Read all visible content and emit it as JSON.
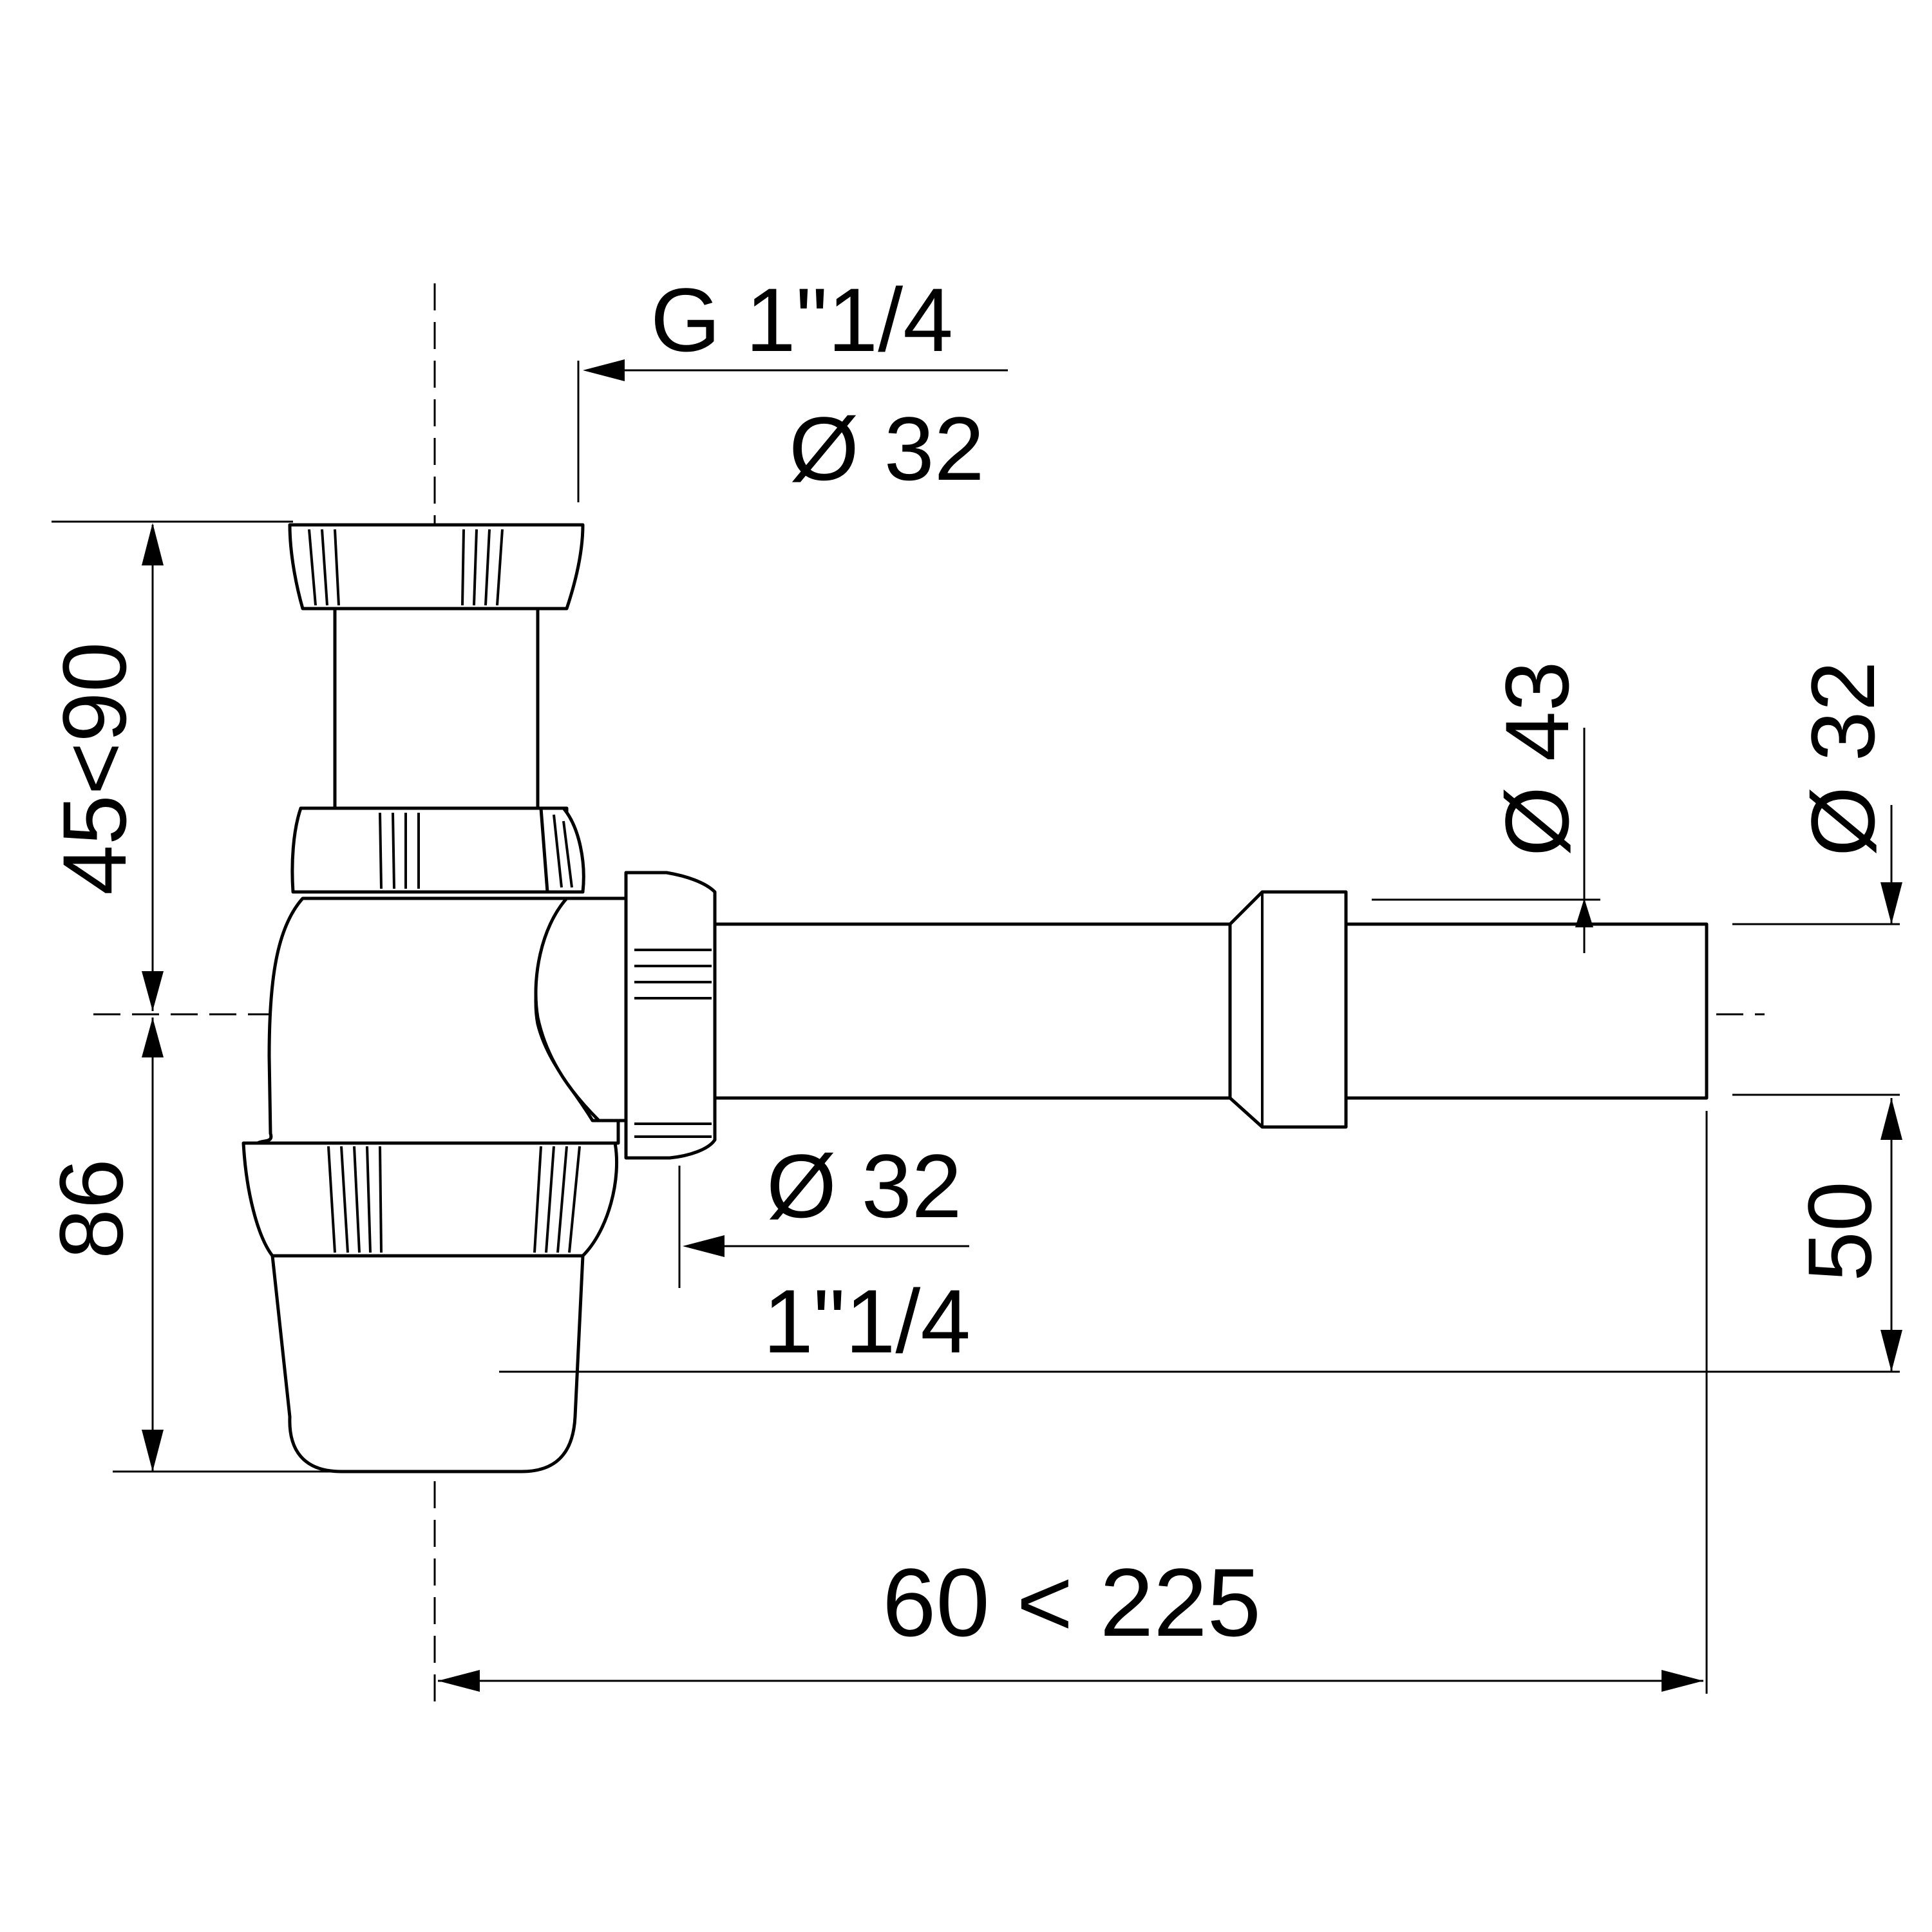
{
  "labels": {
    "inlet_thread": "G 1\"1/4",
    "inlet_diameter": "Ø 32",
    "outlet_large_diameter": "Ø 43",
    "outlet_pipe_diameter": "Ø 32",
    "side_port_diameter": "Ø 32",
    "side_port_thread": "1\"1/4",
    "height_adjust": "45<90",
    "trap_depth": "86",
    "outlet_height": "50",
    "horizontal_adjust": "60 < 225"
  }
}
